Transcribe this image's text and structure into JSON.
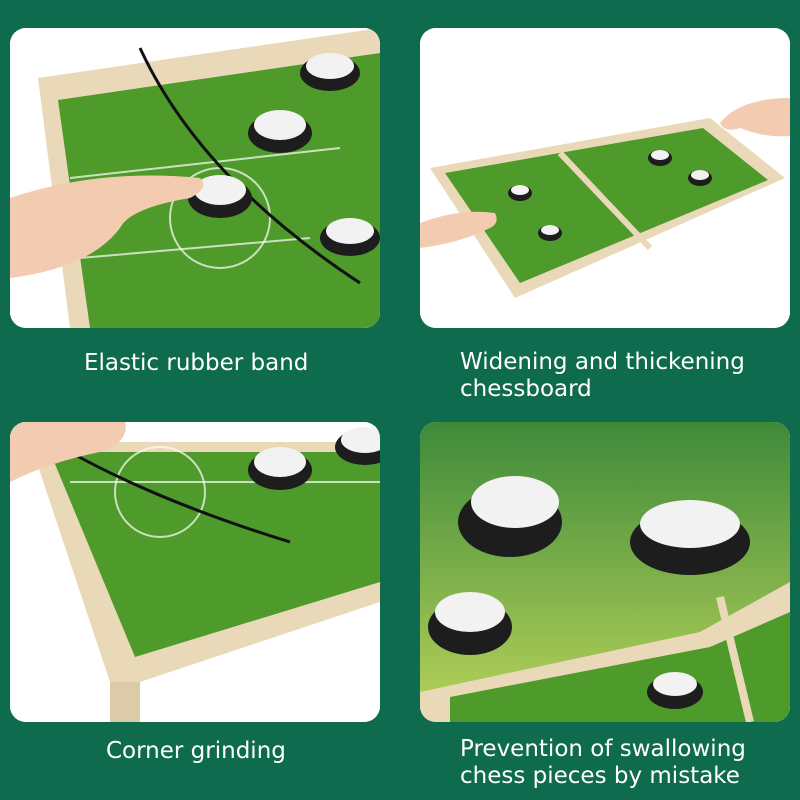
{
  "features": [
    {
      "caption_lines": [
        "Elastic rubber band"
      ]
    },
    {
      "caption_lines": [
        "Widening and thickening",
        "chessboard"
      ]
    },
    {
      "caption_lines": [
        "Corner grinding"
      ]
    },
    {
      "caption_lines": [
        "Prevention of swallowing",
        "chess pieces by mistake"
      ]
    }
  ],
  "colors": {
    "background": "#0f6b4e",
    "panel": "#ffffff",
    "field_green": "#4e9a2a",
    "wood": "#efe3c6",
    "puck": "#1d1d1d"
  }
}
